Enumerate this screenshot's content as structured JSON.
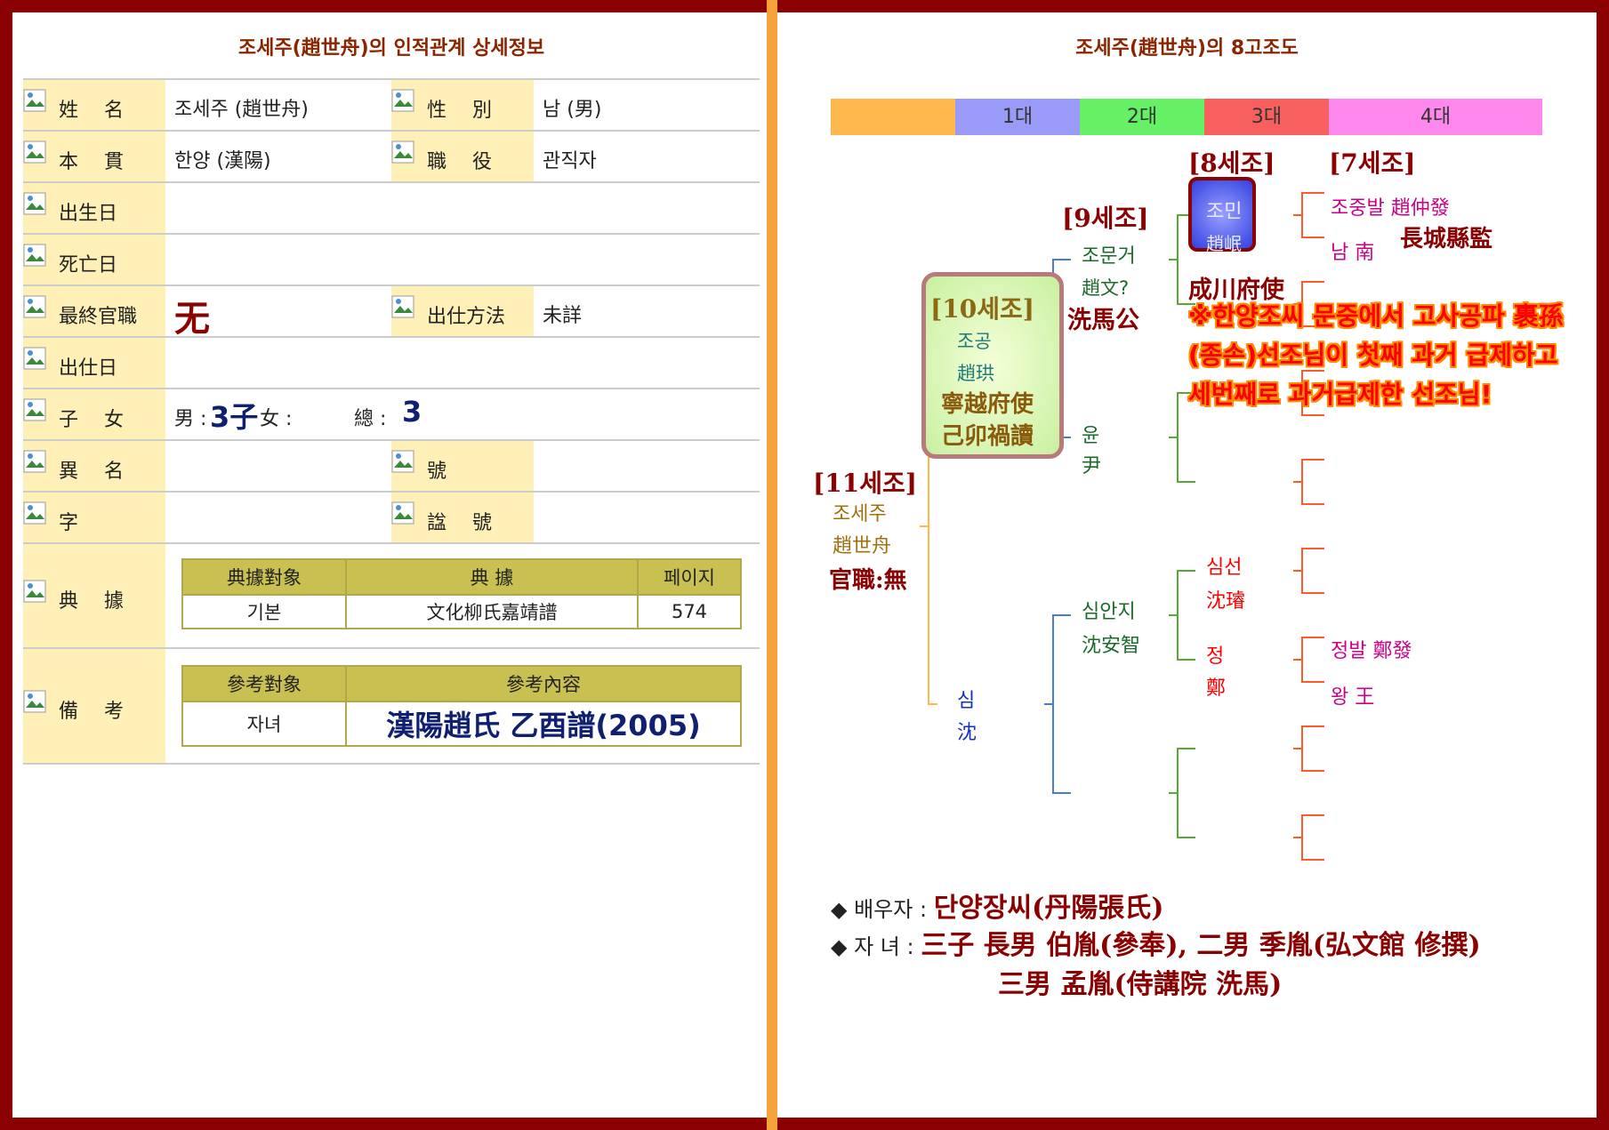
{
  "left": {
    "title": "조세주(趙世舟)의 인적관계 상세정보",
    "rows": [
      {
        "label": "姓　 名",
        "value": "조세주 (趙世舟)",
        "label2": "性　 別",
        "value2": "남 (男)"
      },
      {
        "label": "本　 貫",
        "value": "한양 (漢陽)",
        "label2": "職　 役",
        "value2": "관직자"
      },
      {
        "label": "出生日"
      },
      {
        "label": "死亡日"
      },
      {
        "label": "最終官職",
        "value": "无",
        "label2": "出仕方法",
        "value2": "未詳"
      },
      {
        "label": "出仕日"
      },
      {
        "label": "子　 女"
      },
      {
        "label": "異　 名",
        "label2": "號"
      },
      {
        "label": "字",
        "label2": "諡　 號"
      },
      {
        "label": "典　 據"
      },
      {
        "label": "備　 考"
      }
    ],
    "children": {
      "sons_label": "男 :",
      "sons_value": "3子",
      "daughters_label": "女 :",
      "total_label": "總 :",
      "total_value": "3"
    },
    "source_table": {
      "headers": [
        "典據對象",
        "典 據",
        "페이지"
      ],
      "rows": [
        [
          "기본",
          "文化柳氏嘉靖譜",
          "574"
        ]
      ]
    },
    "reference_table": {
      "headers": [
        "參考對象",
        "參考內容"
      ],
      "rows": [
        [
          "자녀",
          "漢陽趙氏 乙酉譜(2005)"
        ]
      ]
    }
  },
  "right": {
    "title": "조세주(趙世舟)의 8고조도",
    "generations": [
      "1대",
      "2대",
      "3대",
      "4대"
    ],
    "gen_labels": {
      "g11": "[11세조]",
      "g10": "[10세조]",
      "g9": "[9세조]",
      "g8": "[8세조]",
      "g7": "[7세조]"
    },
    "self": {
      "korean": "조세주",
      "hanja": "趙世舟",
      "office": "官職:無"
    },
    "father": {
      "korean": "조공",
      "hanja": "趙珙",
      "office": "寧越府使",
      "note": "己卯禍讀"
    },
    "mother": {
      "korean": "심",
      "hanja": "沈"
    },
    "p_grandfather": {
      "korean": "조문거",
      "hanja": "趙文?",
      "office": "洗馬公"
    },
    "p_grandmother": {
      "korean": "윤",
      "hanja": "尹"
    },
    "m_grandfather": {
      "korean": "심안지",
      "hanja": "沈安智"
    },
    "gg_father": {
      "korean": "조민",
      "hanja": "趙岷",
      "office": "成川府使"
    },
    "m_gg_father": {
      "korean": "심선",
      "hanja": "沈璿"
    },
    "m_gg_mother": {
      "korean": "정",
      "hanja": "鄭"
    },
    "ggg_father": {
      "name": "조중발 趙仲發",
      "office": "長城縣監"
    },
    "ggg_mother": {
      "name": "남 南"
    },
    "m_ggg_father": {
      "name": "정발 鄭發"
    },
    "m_ggg_mother": {
      "name": "왕 王"
    },
    "callout": "※한양조씨 문중에서 고사공파 裹孫(종손)선조님이 첫째 과거 급제하고 세번째로 과거급제한 선조님!",
    "spouse": {
      "label": "배우자 : ",
      "value": "단양장씨(丹陽張氏)"
    },
    "children": {
      "label": "자 녀 : ",
      "line1": "三子 長男 伯胤(參奉), 二男 季胤(弘文館 修撰)",
      "line2": "三男 孟胤(侍講院 洗馬)"
    }
  }
}
